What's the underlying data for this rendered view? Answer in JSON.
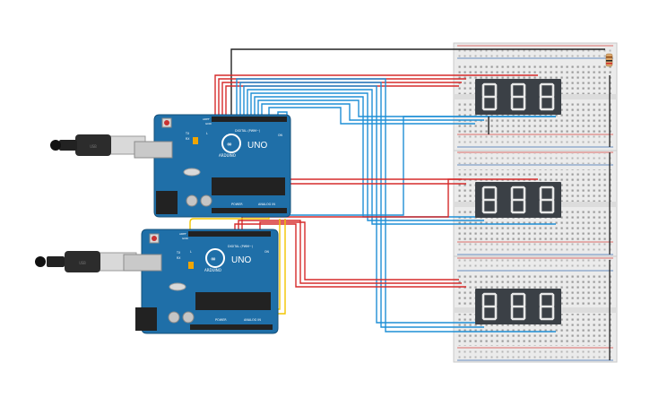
{
  "circuit": {
    "arduino_boards": [
      {
        "model_label": "UNO",
        "brand_label": "ARDUINO",
        "digital_header_label": "DIGITAL (PWM~)",
        "power_label": "POWER",
        "analog_label": "ANALOG IN",
        "tx_label": "TX",
        "rx_label": "RX",
        "l_label": "L",
        "on_label": "ON",
        "aref_label": "AREF",
        "gnd_label": "GND"
      },
      {
        "model_label": "UNO",
        "brand_label": "ARDUINO",
        "digital_header_label": "DIGITAL (PWM~)",
        "power_label": "POWER",
        "analog_label": "ANALOG IN",
        "tx_label": "TX",
        "rx_label": "RX",
        "l_label": "L",
        "on_label": "ON",
        "aref_label": "AREF",
        "gnd_label": "GND"
      }
    ],
    "displays": [
      {
        "digits": 3,
        "color": "#3b4046"
      },
      {
        "digits": 3,
        "color": "#3b4046"
      },
      {
        "digits": 3,
        "color": "#3b4046"
      }
    ],
    "wire_colors": {
      "red": "#d62b2b",
      "blue": "#1f8fd6",
      "black": "#222222",
      "yellow": "#f2c500",
      "board": "#1f6fa8"
    }
  }
}
